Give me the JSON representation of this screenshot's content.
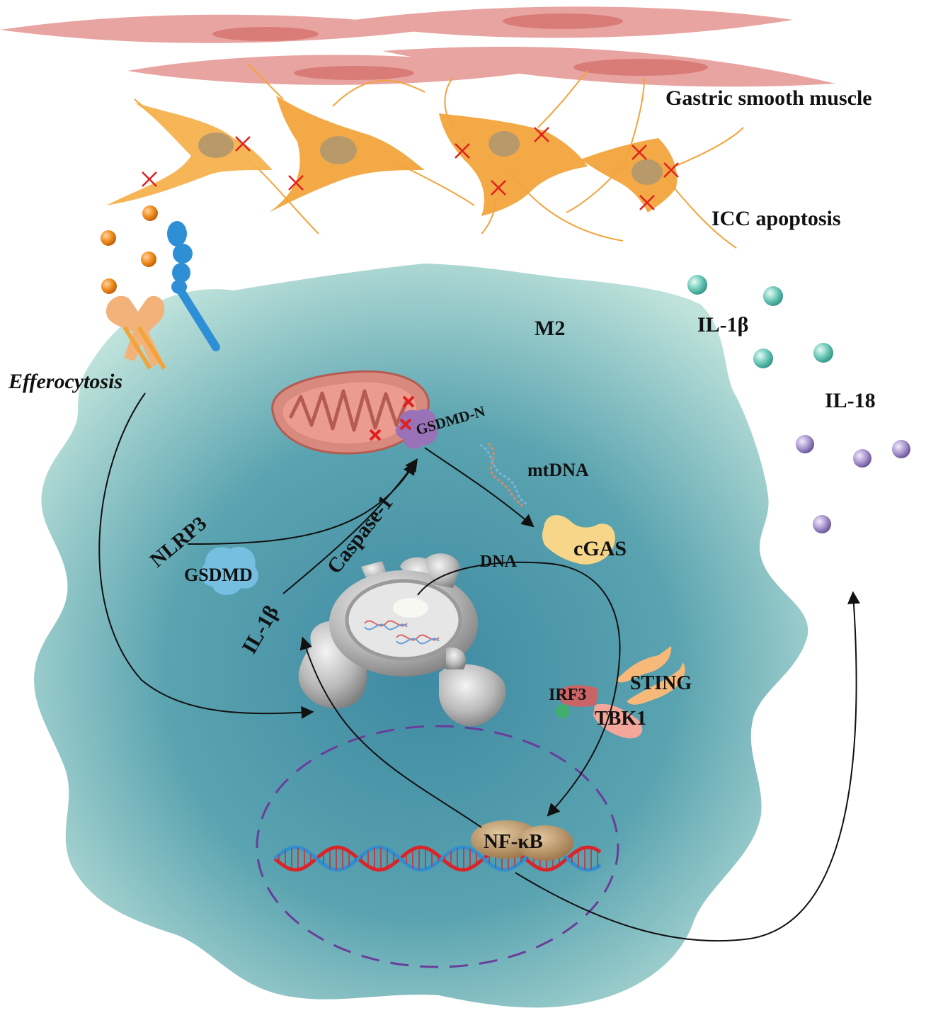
{
  "labels": {
    "gastric_smooth_muscle": "Gastric smooth muscle",
    "icc_apoptosis": "ICC apoptosis",
    "efferocytosis": "Efferocytosis",
    "m2": "M2",
    "il1b_outside": "IL-1β",
    "il18": "IL-18",
    "gsdmd_n": "GSDMD-N",
    "mtdna": "mtDNA",
    "nlrp3": "NLRP3",
    "gsdmd": "GSDMD",
    "caspase1": "Caspase-1",
    "il1b_inside": "IL-1β",
    "dna": "DNA",
    "cgas": "cGAS",
    "irf3": "IRF3",
    "sting": "STING",
    "tbk1": "TBK1",
    "nfkb": "NF-κB"
  },
  "colors": {
    "muscle": "#e8a4a0",
    "icc_cell": "#f2a43c",
    "macrophage_edge": "#b9e0d8",
    "macrophage_center": "#4a93a8",
    "il1b_particle": "#6cc8b8",
    "il18_particle": "#a995cf",
    "apoptotic_mark": "#e02020",
    "receptor_blue": "#2e8fd6",
    "receptor_orange": "#f2b27a",
    "nucleus_border": "#6a3d9a"
  }
}
